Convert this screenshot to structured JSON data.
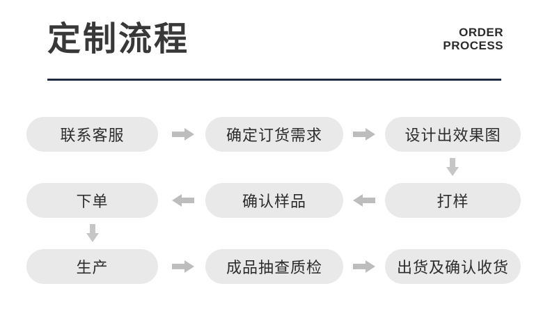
{
  "header": {
    "title": "定制流程",
    "eyebrow_line1": "ORDER",
    "eyebrow_line2": "PROCESS"
  },
  "flow": {
    "rows": [
      {
        "steps": [
          "联系客服",
          "确定订货需求",
          "设计出效果图"
        ],
        "direction": "right"
      },
      {
        "steps": [
          "下单",
          "确认样品",
          "打样"
        ],
        "direction": "left"
      },
      {
        "steps": [
          "生产",
          "成品抽查质检",
          "出货及确认收货"
        ],
        "direction": "right"
      }
    ]
  },
  "colors": {
    "accent_line": "#222b45",
    "pill_background": "#e9e9e9",
    "arrow": "#bdbdbd",
    "title_text": "#383838",
    "pill_text": "#2c2c2c"
  },
  "icons": {
    "arrow_right": "arrow-right-icon",
    "arrow_left": "arrow-left-icon",
    "arrow_down": "arrow-down-icon"
  }
}
